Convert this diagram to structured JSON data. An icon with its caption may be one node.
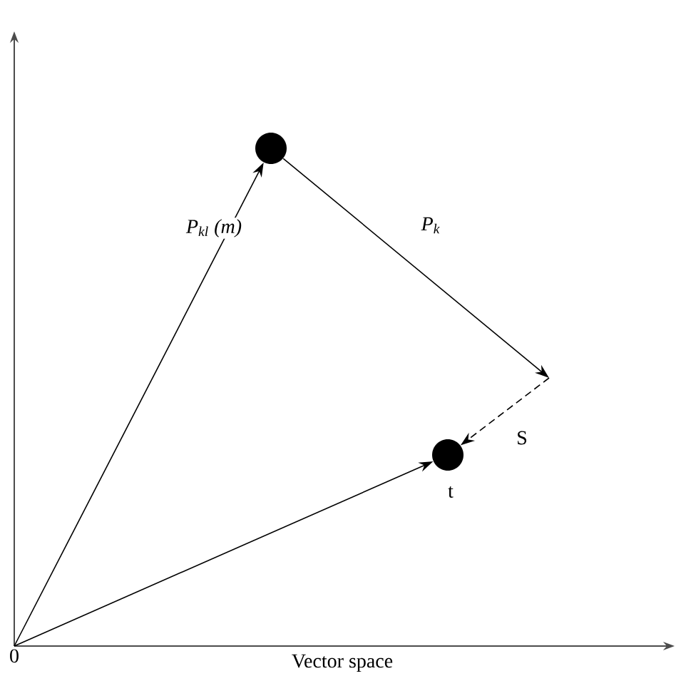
{
  "diagram": {
    "nodes": [
      {
        "text": [],
        "shape": "circle"
      },
      {
        "text": [],
        "shape": "circle",
        "beside": [
          "t"
        ]
      },
      {
        "text": [
          "0"
        ]
      }
    ],
    "edges": [
      {
        "from": 2,
        "to": 0,
        "arrow": "to",
        "label": "P$_{kl}$ (m)"
      },
      {
        "from": 0,
        "to": null,
        "arrow": "to",
        "label": "P$_{k}$"
      },
      {
        "from": null,
        "to": 1,
        "arrow": "to",
        "style": "dashed",
        "label": "S"
      },
      {
        "from": 2,
        "to": 1,
        "arrow": "to"
      }
    ],
    "labels": [
      "Vector space"
    ]
  }
}
